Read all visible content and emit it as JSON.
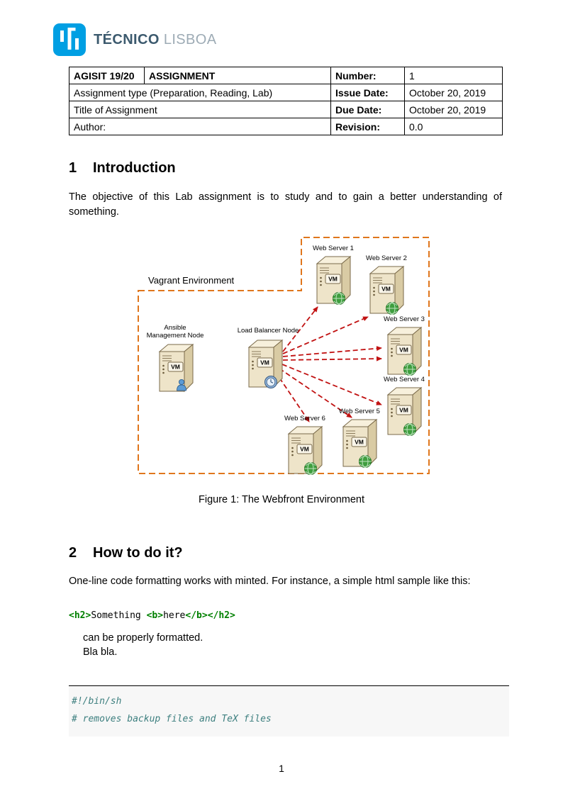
{
  "logo": {
    "tecnico": "TÉCNICO",
    "lisboa": "LISBOA"
  },
  "header_table": {
    "row1": {
      "course": "AGISIT 19/20",
      "kind": "ASSIGNMENT",
      "label": "Number:",
      "value": "1"
    },
    "row2": {
      "desc": "Assignment type (Preparation, Reading, Lab)",
      "label": "Issue Date:",
      "value": "October 20, 2019"
    },
    "row3": {
      "desc": "Title of Assignment",
      "label": "Due Date:",
      "value": "October 20, 2019"
    },
    "row4": {
      "desc": "Author:",
      "label": "Revision:",
      "value": "0.0"
    }
  },
  "sections": {
    "s1": {
      "number": "1",
      "title": "Introduction",
      "body": "The objective of this Lab assignment is to study and to gain a better understanding of something."
    },
    "s2": {
      "number": "2",
      "title": "How to do it?",
      "body": "One-line code formatting works with minted.  For instance, a simple html sample like this:",
      "note1": "can be properly formatted.",
      "note2": "Bla bla."
    }
  },
  "inline_code": {
    "tokens": [
      {
        "text": "<h2>",
        "type": "tag"
      },
      {
        "text": "Something ",
        "type": "plain"
      },
      {
        "text": "<b>",
        "type": "tag"
      },
      {
        "text": "here",
        "type": "plain"
      },
      {
        "text": "</b>",
        "type": "tag"
      },
      {
        "text": "</h2>",
        "type": "tag"
      }
    ]
  },
  "code_block": {
    "line1": "#!/bin/sh",
    "line2": "# removes backup files and TeX files"
  },
  "figure": {
    "environment_label": "Vagrant Environment",
    "caption": "Figure 1: The Webfront Environment",
    "vm_label": "VM",
    "ansible_label_line1": "Ansible",
    "ansible_label_line2": "Management Node",
    "load_balancer_label": "Load Balancer Node",
    "web_servers": [
      "Web Server 1",
      "Web Server 2",
      "Web Server 3",
      "Web Server 4",
      "Web Server 5",
      "Web Server 6"
    ],
    "icons": {
      "web_server_icon": "green-globe",
      "load_balancer_icon": "blue-clock-globe",
      "ansible_icon": "blue-person"
    }
  },
  "page_number": "1",
  "colors": {
    "logo_blue": "#009fe3",
    "boundary_orange": "#e0761c",
    "arrow_red": "#c11212",
    "tag_green": "#008000",
    "comment_teal": "#3d7f7f"
  }
}
